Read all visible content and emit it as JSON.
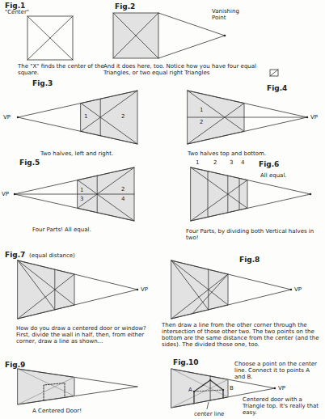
{
  "diagram": {
    "labels": [
      "Fig.1",
      "\"Center\"",
      "The \"X\" finds the center of the square.",
      "Fig.2",
      "Vanishing Point",
      "And it does here, too. Notice how you have four equal Triangles, or two equal right Triangles",
      "Fig.3",
      "VP",
      "1",
      "2",
      "Two halves, left and right.",
      "Fig.4",
      "VP",
      "1",
      "2",
      "Two halves top and bottom.",
      "Fig.5",
      "VP",
      "1",
      "2",
      "3",
      "4",
      "Four Parts! All equal.",
      "Fig.6",
      "1",
      "2",
      "3",
      "4",
      "All equal.",
      "Four Parts, by dividing both Vertical halves in two!",
      "Fig.7",
      "(equal distance)",
      "VP",
      "How do you draw a centered door or window? First, divide the wall in half, then, from either corner, draw a line as shown...",
      "Fig.8",
      "VP",
      "Then draw a line from the other corner through the intersection of those other two. The two points on the bottom are the same distance from the center (and the sides). The divided those one, too.",
      "Fig.9",
      "A Centered Door!",
      "Fig.10",
      "VP",
      "Choose a point on the center line. Connect it to points A and B.",
      "A",
      "B",
      "center line",
      "Centered door with a Triangle top. It's really that easy."
    ]
  }
}
